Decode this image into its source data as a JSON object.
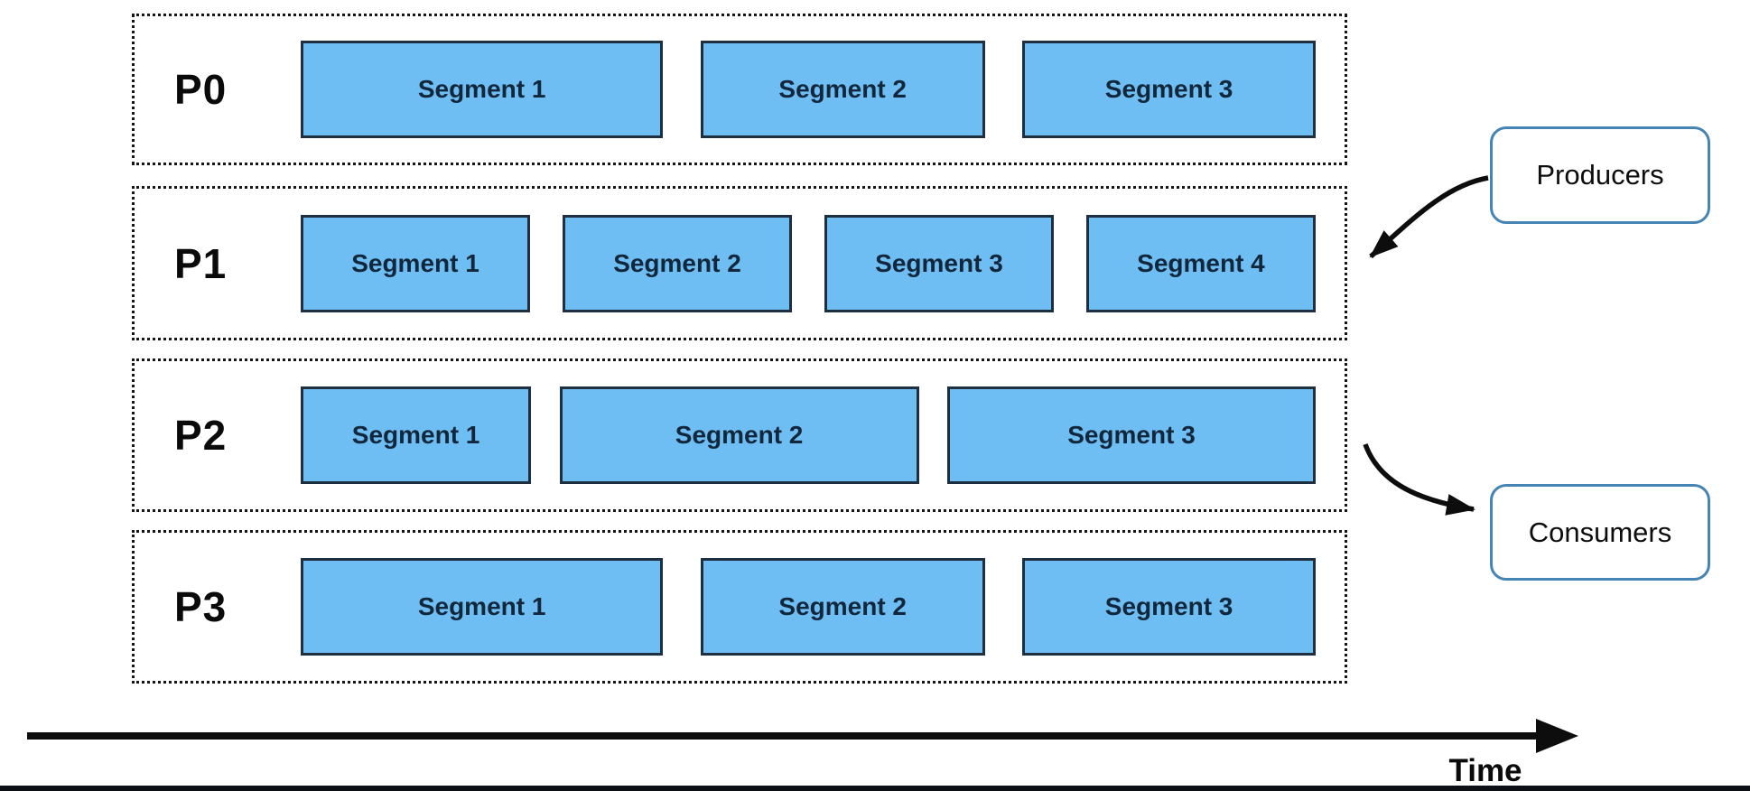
{
  "partitions": [
    {
      "label": "P0",
      "segments": [
        {
          "label": "Segment 1",
          "w": 35.7
        },
        {
          "label": "Segment 2",
          "w": 28.0
        },
        {
          "label": "Segment 3",
          "w": 28.9
        }
      ]
    },
    {
      "label": "P1",
      "segments": [
        {
          "label": "Segment 1",
          "w": 22.6
        },
        {
          "label": "Segment 2",
          "w": 22.6
        },
        {
          "label": "Segment 3",
          "w": 22.6
        },
        {
          "label": "Segment 4",
          "w": 22.6
        }
      ]
    },
    {
      "label": "P2",
      "segments": [
        {
          "label": "Segment 1",
          "w": 22.7
        },
        {
          "label": "Segment 2",
          "w": 35.4
        },
        {
          "label": "Segment 3",
          "w": 36.3
        }
      ]
    },
    {
      "label": "P3",
      "segments": [
        {
          "label": "Segment 1",
          "w": 35.7
        },
        {
          "label": "Segment 2",
          "w": 28.0
        },
        {
          "label": "Segment 3",
          "w": 28.9
        }
      ]
    }
  ],
  "producers_label": "Producers",
  "consumers_label": "Consumers",
  "time_label": "Time",
  "colors": {
    "segment_fill": "#6EBEF3",
    "segment_border": "#1E2F40",
    "actor_border": "#4684B4",
    "arrow": "#0D0D0D",
    "dotted_border": "#151515",
    "bottom_bar": "#0C0F13"
  }
}
